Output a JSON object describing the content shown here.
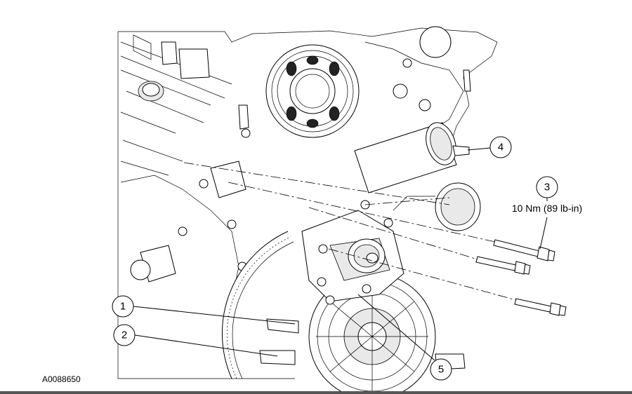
{
  "figure_id": "A0088650",
  "callouts": [
    {
      "number": "1"
    },
    {
      "number": "2"
    },
    {
      "number": "3",
      "note": "10 Nm (89 lb-in)"
    },
    {
      "number": "4"
    },
    {
      "number": "5"
    }
  ]
}
